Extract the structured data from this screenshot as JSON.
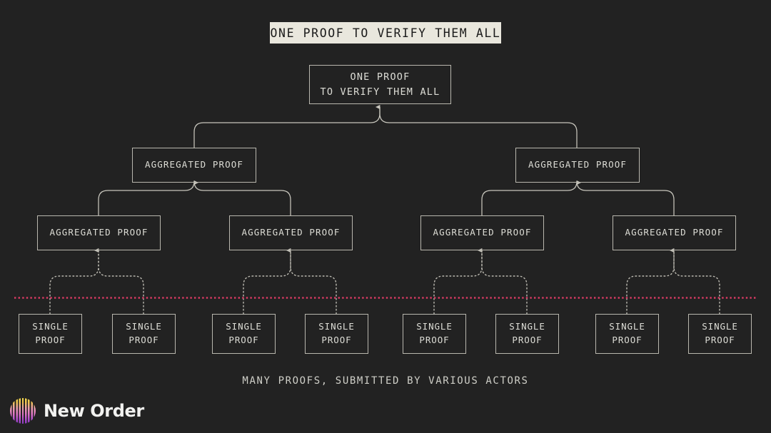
{
  "background_color": "#222222",
  "title": {
    "text": "ONE PROOF TO VERIFY THEM ALL",
    "background_color": "#e9e7dd",
    "text_color": "#1a1a1a"
  },
  "caption": {
    "text": "MANY PROOFS, SUBMITTED BY VARIOUS ACTORS"
  },
  "logo": {
    "name": "New Order",
    "mark_colors": [
      "#f4d94e",
      "#ec9fb3",
      "#e278c6",
      "#b44fd0",
      "#8b3bbf"
    ]
  },
  "colors": {
    "node_border": "#b9b7ae",
    "node_text": "#ddddd6",
    "solid_connector": "#c8c6bd",
    "dotted_connector": "#bdbbb2",
    "divider_line": "#d63a63"
  },
  "divider": {
    "style": "dotted",
    "color": "#d63a63",
    "label": "submission-boundary"
  },
  "nodes": {
    "root": {
      "line1": "ONE PROOF",
      "line2": "TO VERIFY THEM ALL"
    },
    "level2": [
      {
        "label": "AGGREGATED PROOF"
      },
      {
        "label": "AGGREGATED PROOF"
      }
    ],
    "level3": [
      {
        "label": "AGGREGATED PROOF"
      },
      {
        "label": "AGGREGATED PROOF"
      },
      {
        "label": "AGGREGATED PROOF"
      },
      {
        "label": "AGGREGATED PROOF"
      }
    ],
    "leaves": [
      {
        "line1": "SINGLE",
        "line2": "PROOF"
      },
      {
        "line1": "SINGLE",
        "line2": "PROOF"
      },
      {
        "line1": "SINGLE",
        "line2": "PROOF"
      },
      {
        "line1": "SINGLE",
        "line2": "PROOF"
      },
      {
        "line1": "SINGLE",
        "line2": "PROOF"
      },
      {
        "line1": "SINGLE",
        "line2": "PROOF"
      },
      {
        "line1": "SINGLE",
        "line2": "PROOF"
      },
      {
        "line1": "SINGLE",
        "line2": "PROOF"
      }
    ]
  }
}
